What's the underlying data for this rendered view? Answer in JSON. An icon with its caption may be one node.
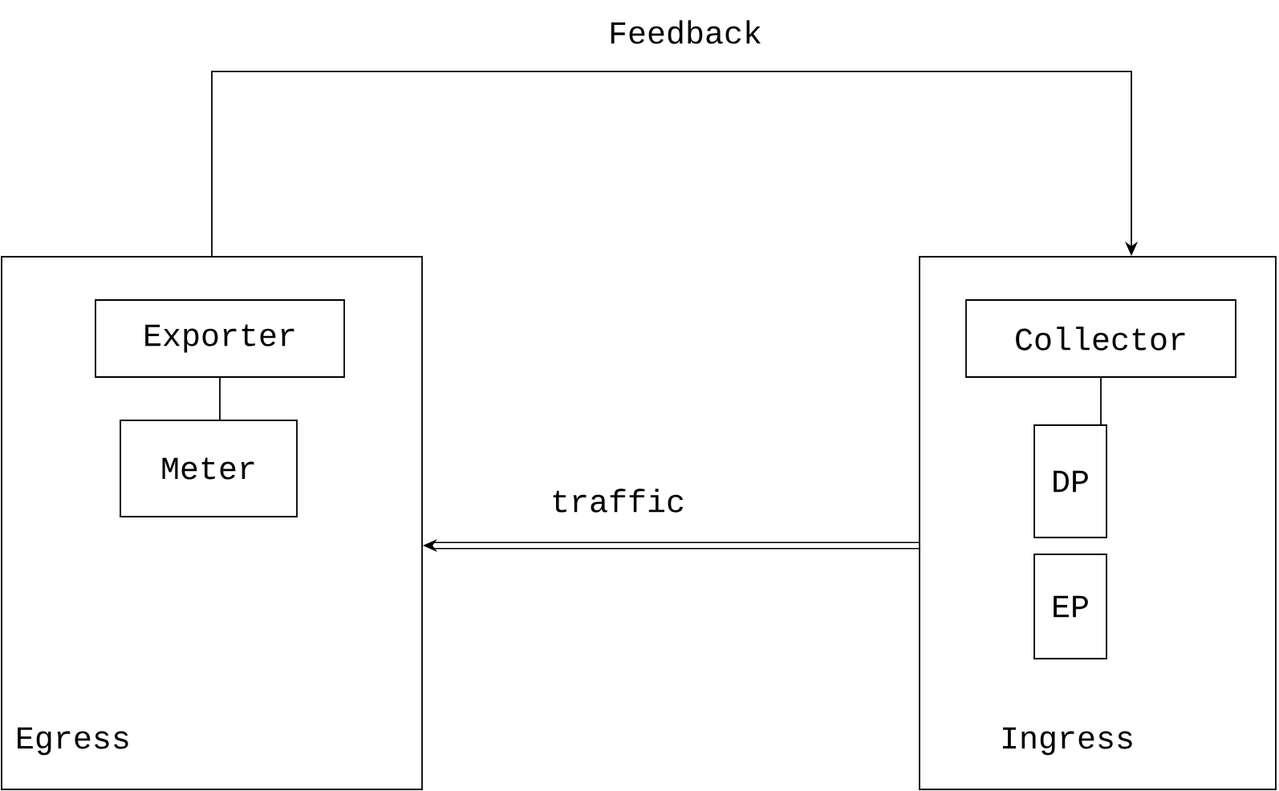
{
  "diagram": {
    "nodes": [
      {
        "text": [
          "Egress"
        ]
      },
      {
        "text": [
          "Exporter"
        ],
        "in": 0
      },
      {
        "text": [
          "Meter"
        ],
        "in": 0
      },
      {
        "text": [
          "Ingress"
        ]
      },
      {
        "text": [
          "Collector"
        ],
        "in": 3
      },
      {
        "text": [
          "DP"
        ],
        "in": 3
      },
      {
        "text": [
          "EP"
        ],
        "in": 3
      }
    ],
    "edges": [
      {
        "from": 0,
        "to": 3,
        "arrow": "to",
        "label": "Feedback"
      },
      {
        "from": 3,
        "to": 0,
        "arrow": "to",
        "label": "traffic",
        "style": "thick"
      },
      {
        "from": 1,
        "to": 2,
        "arrow": "none"
      },
      {
        "from": 4,
        "to": 5,
        "arrow": "none"
      }
    ]
  }
}
